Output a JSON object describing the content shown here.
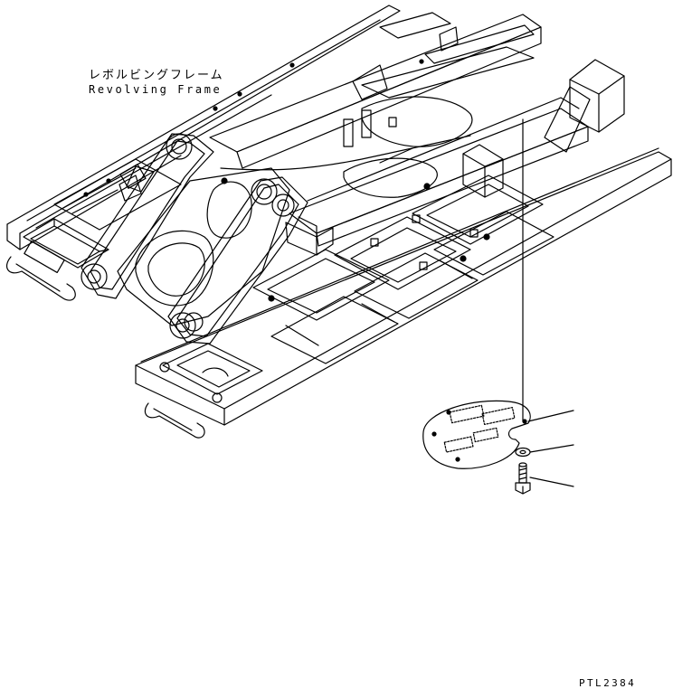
{
  "title_jp": "レボルビングフレーム",
  "title_en": "Revolving Frame",
  "drawing_code": "PTL2384"
}
